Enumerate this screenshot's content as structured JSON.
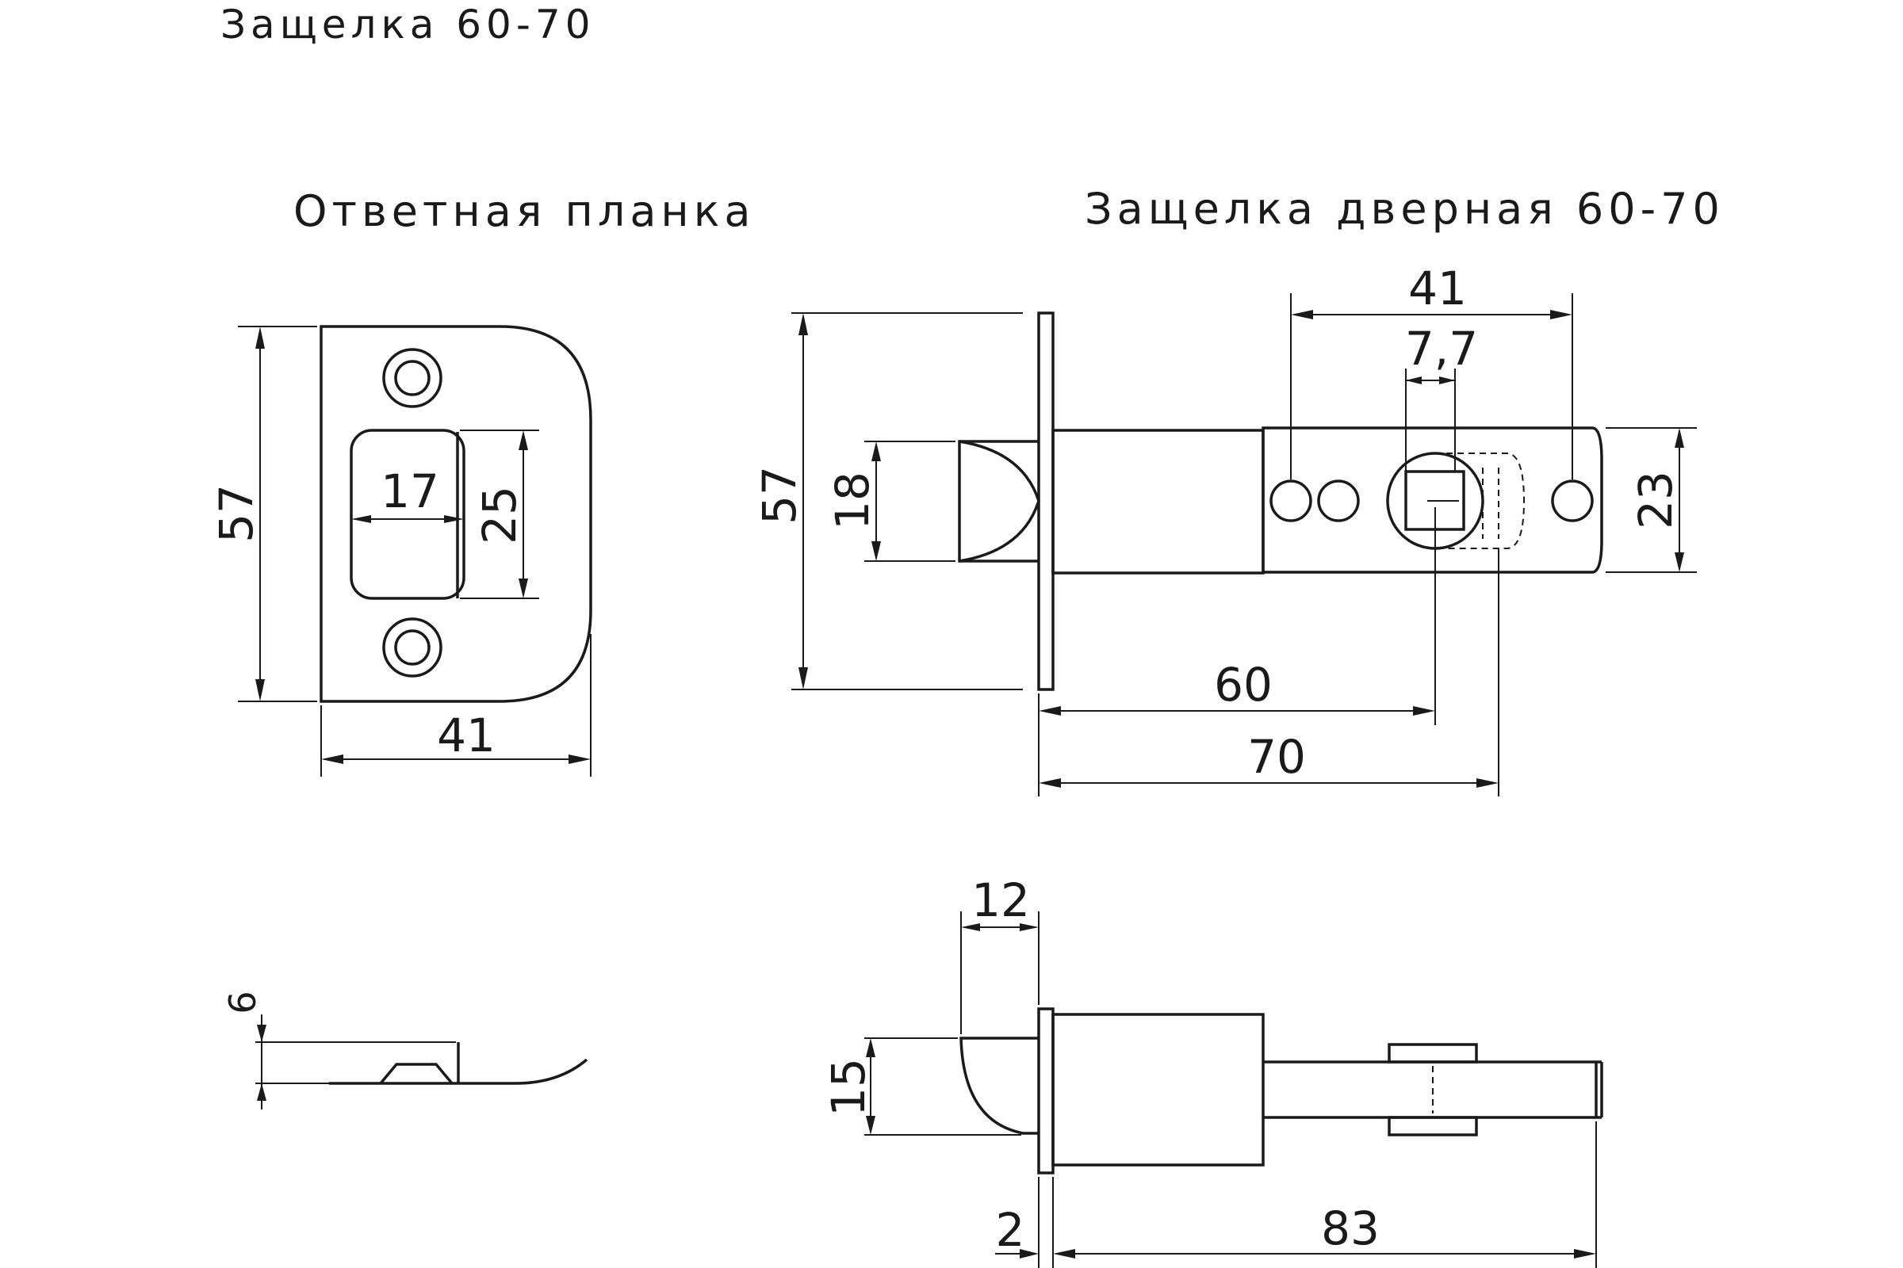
{
  "titles": {
    "main": "Защелка 60-70",
    "strike_plate": "Ответная планка",
    "latch": "Защелка дверная 60-70"
  },
  "strike_plate": {
    "height": "57",
    "width": "41",
    "slot_width": "17",
    "slot_height": "25",
    "thickness": "6"
  },
  "latch_top": {
    "plate_height": "57",
    "tongue_height": "18",
    "back_length": "41",
    "square_size": "7,7",
    "body_height": "23",
    "backset_min": "60",
    "backset_max": "70"
  },
  "latch_side": {
    "tongue_length": "12",
    "tongue_height": "15",
    "plate_thickness": "2",
    "total_length": "83"
  }
}
